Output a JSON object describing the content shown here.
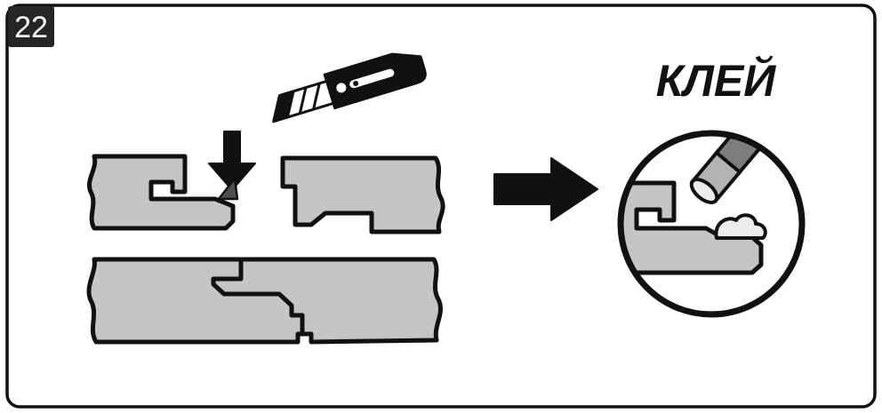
{
  "figure": {
    "step_number": "22",
    "glue_label": "КЛЕЙ",
    "description": "Installation step: trim the locking profile of the plank with a utility knife, join the planks flat, then apply glue to the milled groove (detail shown in magnifier circle)."
  },
  "colors": {
    "background": "#ffffff",
    "outline": "#111111",
    "board_fill": "#c5c5c5",
    "badge_bg": "#262626",
    "badge_text": "#ffffff",
    "cut_piece": "#4f4f4f",
    "glue_blob": "#ececec",
    "nozzle": "#b3b3b3",
    "nozzle_dark": "#7d7d7d"
  }
}
